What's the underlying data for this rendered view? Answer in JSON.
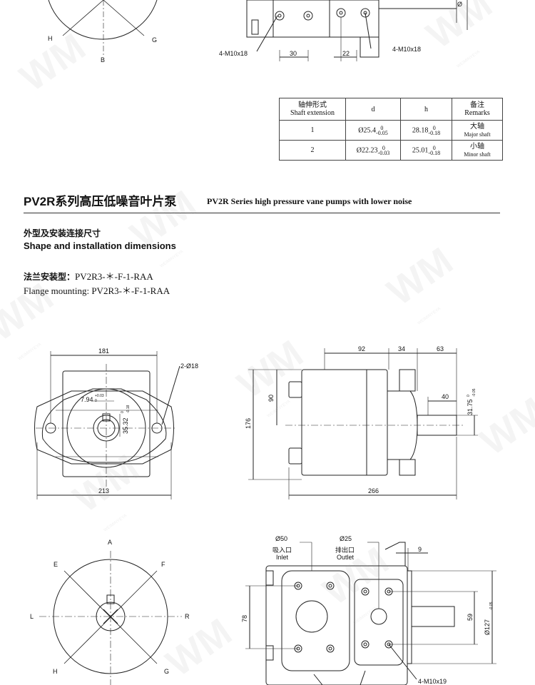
{
  "top_drawing": {
    "labels": {
      "h": "H",
      "b": "B",
      "g": "G",
      "bolt_left": "4-M10x18",
      "bolt_right": "4-M10x18",
      "dim_30": "30",
      "dim_22": "22",
      "phi": "Ø"
    }
  },
  "shaft_table": {
    "headers": {
      "col1_cn": "轴伸形式",
      "col1_en": "Shaft extension",
      "col2": "d",
      "col3": "h",
      "col4_cn": "备注",
      "col4_en": "Remarks"
    },
    "rows": [
      {
        "type": "1",
        "d": "Ø25.4",
        "d_upper": "0",
        "d_lower": "-0.05",
        "h": "28.18",
        "h_upper": "0",
        "h_lower": "-0.18",
        "remark_cn": "大轴",
        "remark_en": "Major shaft"
      },
      {
        "type": "2",
        "d": "Ø22.23",
        "d_upper": "0",
        "d_lower": "-0.03",
        "h": "25.01",
        "h_upper": "0",
        "h_lower": "-0.18",
        "remark_cn": "小轴",
        "remark_en": "Minor shaft"
      }
    ]
  },
  "section": {
    "title": "PV2R系列高压低噪音叶片泵",
    "subtitle": "PV2R Series high pressure vane pumps with lower noise"
  },
  "shape": {
    "cn": "外型及安装连接尺寸",
    "en": "Shape and installation dimensions"
  },
  "flange": {
    "cn_label": "法兰安装型：",
    "cn_model": "PV2R3-＊-F-1-RAA",
    "en": "Flange mounting: PV2R3-＊-F-1-RAA"
  },
  "front_view": {
    "dim_181": "181",
    "dim_213": "213",
    "holes": "2-Ø18",
    "key_w": "7.94",
    "key_w_upper": "+0.03",
    "key_w_lower": "0",
    "shaft_h": "35.32",
    "shaft_h_upper": "0",
    "shaft_h_lower": "-0.18"
  },
  "side_view": {
    "dim_92": "92",
    "dim_34": "34",
    "dim_63": "63",
    "dim_40": "40",
    "dim_90": "90",
    "dim_176": "176",
    "dim_266": "266",
    "shaft_d": "31.75",
    "shaft_d_upper": "0",
    "shaft_d_lower": "-0.05"
  },
  "port_face": {
    "labels": {
      "a": "A",
      "e": "E",
      "f": "F",
      "l": "L",
      "r": "R",
      "h": "H",
      "g": "G"
    }
  },
  "port_view": {
    "inlet_d": "Ø50",
    "outlet_d": "Ø25",
    "inlet_cn": "吸入口",
    "inlet_en": "Inlet",
    "outlet_cn": "排出口",
    "outlet_en": "Outlet",
    "dim_9": "9",
    "dim_78": "78",
    "dim_59": "59",
    "dim_127": "Ø127",
    "dim_127_tol": "-0.05",
    "bolts": "4-M10x19"
  },
  "watermark": {
    "text": "WM",
    "sub": "WEIMINYEYA"
  }
}
